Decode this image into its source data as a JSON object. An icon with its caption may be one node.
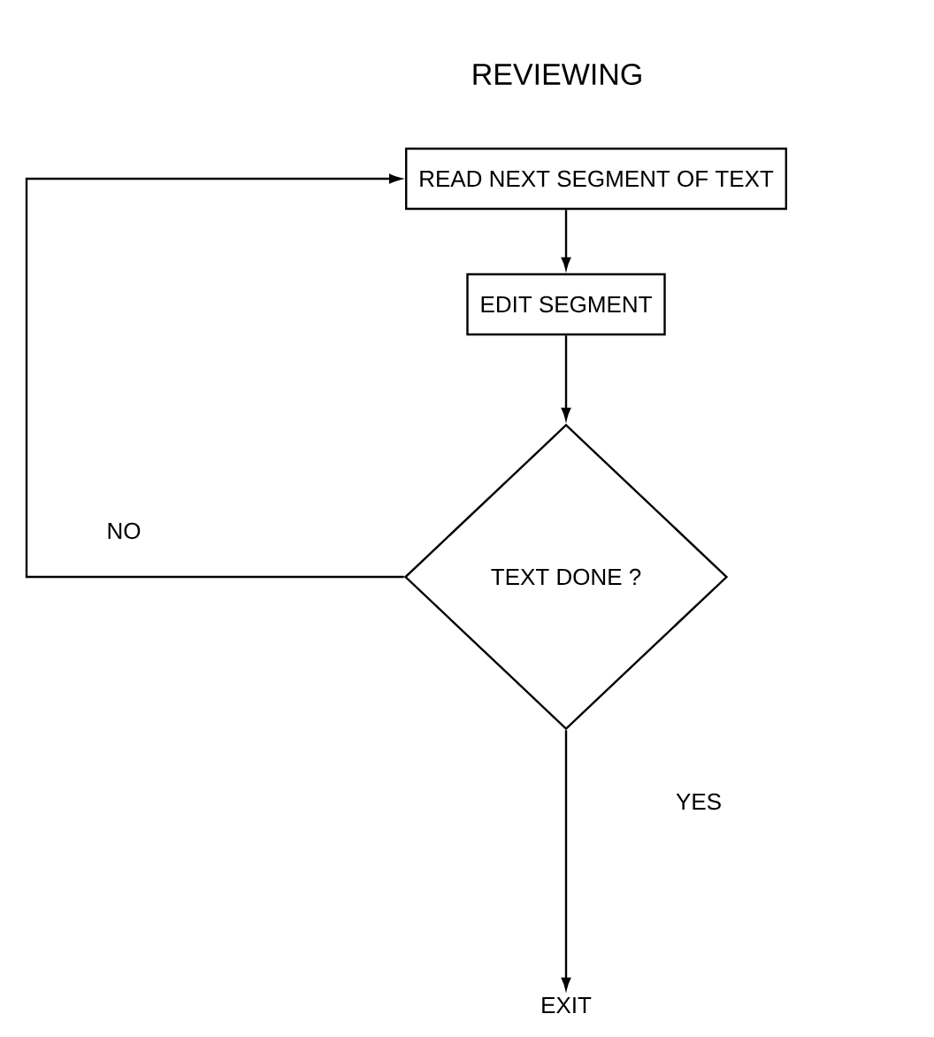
{
  "diagram": {
    "title": "REVIEWING",
    "nodes": [
      {
        "text": [
          "READ NEXT SEGMENT OF TEXT"
        ]
      },
      {
        "text": [
          "EDIT SEGMENT"
        ]
      },
      {
        "text": [
          "TEXT DONE ?"
        ]
      },
      {
        "text": [
          "EXIT"
        ]
      }
    ],
    "edges": [
      {
        "from": 0,
        "to": 1,
        "arrow": "to"
      },
      {
        "from": 1,
        "to": 2,
        "arrow": "to"
      },
      {
        "from": 2,
        "to": 0,
        "arrow": "to",
        "label": "NO"
      },
      {
        "from": 2,
        "to": 3,
        "arrow": "to",
        "label": "YES"
      }
    ]
  }
}
